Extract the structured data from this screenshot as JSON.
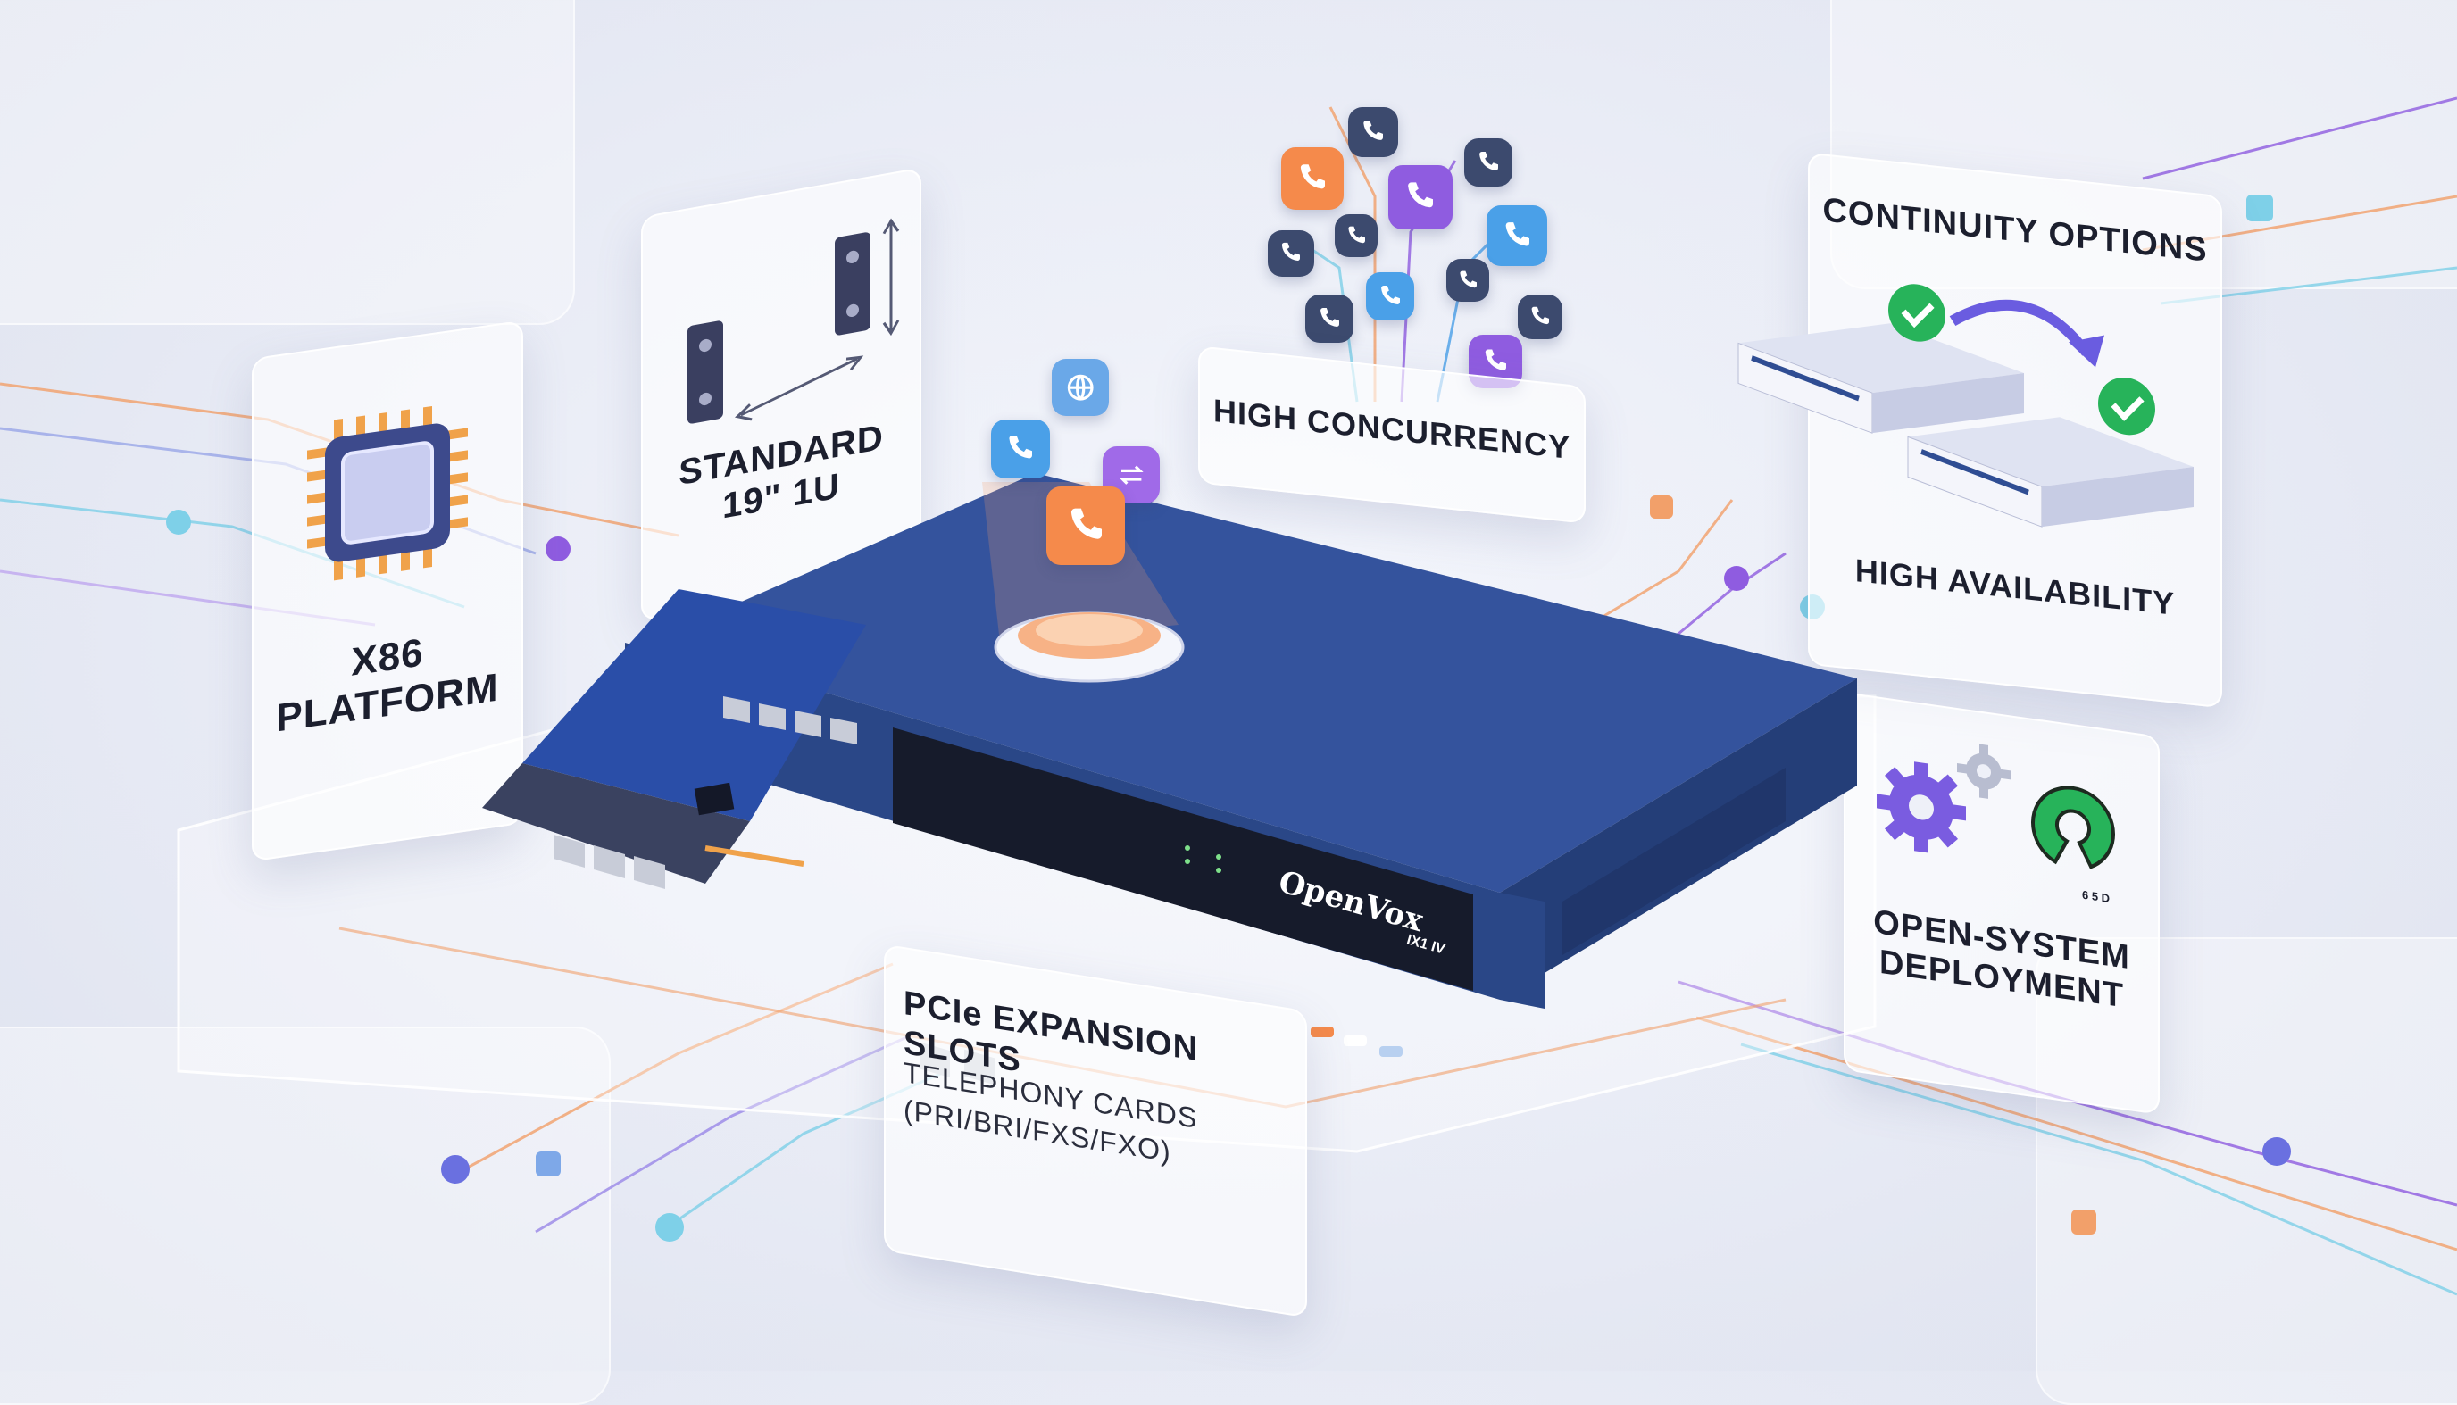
{
  "brand": "OpenVox",
  "model_mark": "IX1 IV",
  "panels": {
    "x86": {
      "line1": "x86",
      "line2": "PLATFORM"
    },
    "rack": {
      "line1": "STANDARD",
      "line2": "19\" 1U"
    },
    "concurrency": {
      "label": "HIGH CONCURRENCY"
    },
    "continuity": {
      "title": "CONTINUITY OPTIONS",
      "footer": "HIGH AVAILABILITY"
    },
    "open_system": {
      "line1": "OPEN-SYSTEM",
      "line2": "DEPLOYMENT",
      "badge": "6 5 D"
    },
    "pcie": {
      "title": "PCIe EXPANSION SLOTS",
      "sub1": "TELEPHONY CARDS",
      "sub2": "(PRI/BRI/FXS/FXO)"
    }
  },
  "colors": {
    "chassis": "#2f4d93",
    "chassis_top": "#34539d",
    "pcb": "#2a4ea8",
    "orange": "#f58a4b",
    "purple": "#8f5ce0",
    "blue": "#4aa0e8",
    "green": "#27b35a"
  },
  "icons": [
    "cpu-icon",
    "rack-ear-icon",
    "phone-icon",
    "globe-icon",
    "transfer-icon",
    "check-icon",
    "gear-icon",
    "open-source-icon"
  ]
}
